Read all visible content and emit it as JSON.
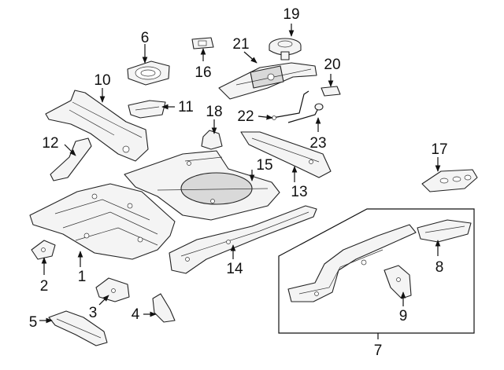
{
  "callouts": {
    "c1": "1",
    "c2": "2",
    "c3": "3",
    "c4": "4",
    "c5": "5",
    "c6": "6",
    "c7": "7",
    "c8": "8",
    "c9": "9",
    "c10": "10",
    "c11": "11",
    "c12": "12",
    "c13": "13",
    "c14": "14",
    "c15": "15",
    "c16": "16",
    "c17": "17",
    "c18": "18",
    "c19": "19",
    "c20": "20",
    "c21": "21",
    "c22": "22",
    "c23": "23"
  },
  "colors": {
    "line": "#222222",
    "fill": "#f4f4f4",
    "background": "#ffffff"
  }
}
